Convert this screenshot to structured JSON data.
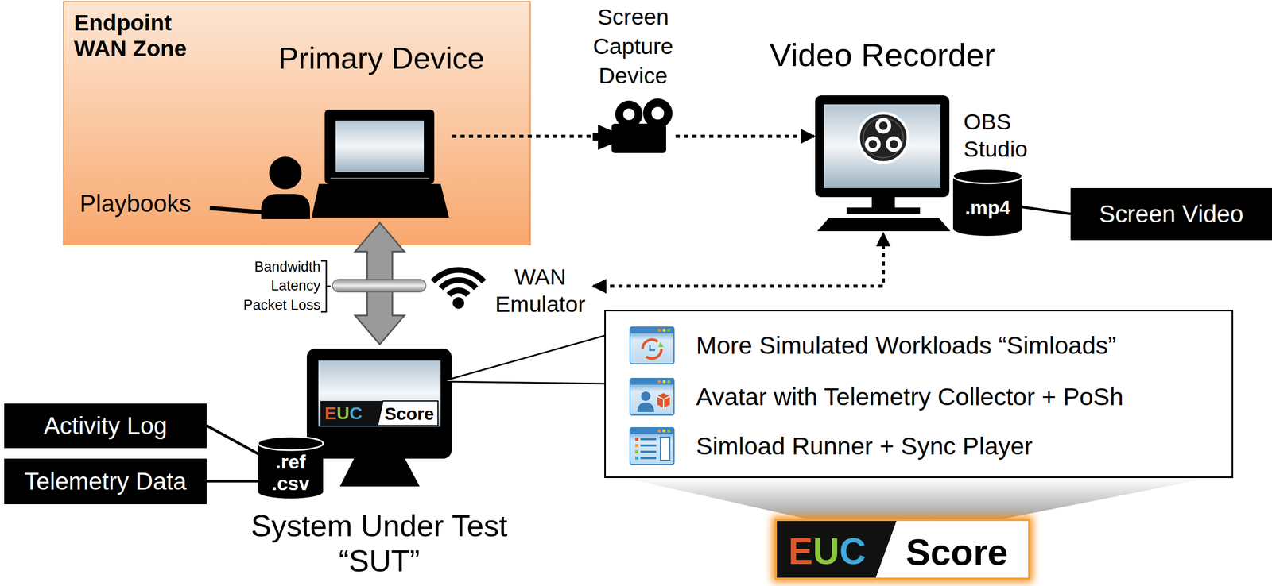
{
  "diagram": {
    "nodes": [
      {
        "text": [
          "Endpoint WAN Zone"
        ]
      },
      {
        "text": [
          "Primary Device"
        ],
        "in": 0
      },
      {
        "text": [
          "Screen Capture Device"
        ]
      },
      {
        "text": [
          "Video Recorder",
          "OBS Studio"
        ]
      },
      {
        "text": [
          "Screen Video"
        ]
      },
      {
        "text": [
          ".mp4"
        ]
      },
      {
        "text": [
          "WAN Emulator"
        ]
      },
      {
        "text": [
          "EUC",
          "Score",
          "System Under Test “SUT”"
        ]
      },
      {
        "text": [
          ".ref .csv"
        ]
      },
      {
        "text": [
          "Activity Log"
        ]
      },
      {
        "text": [
          "Telemetry Data"
        ]
      },
      {
        "text": [
          "More Simulated Workloads “Simloads”",
          "Avatar with Telemetry Collector + PoSh",
          "Simload Runner + Sync Player"
        ]
      },
      {
        "text": [
          "EUC",
          "Score"
        ]
      }
    ],
    "edges": [
      {
        "from": 1,
        "to": 2,
        "arrow": "none"
      },
      {
        "from": 2,
        "to": 3,
        "arrow": "to"
      },
      {
        "from": 1,
        "to": 7,
        "arrow": "both"
      },
      {
        "from": 6,
        "to": 3,
        "arrow": "both"
      },
      {
        "from": 4,
        "to": 5,
        "arrow": "none"
      },
      {
        "from": 9,
        "to": 8,
        "arrow": "none"
      },
      {
        "from": 10,
        "to": 8,
        "arrow": "none"
      },
      {
        "from": 7,
        "to": 11,
        "arrow": "none"
      }
    ],
    "labels": [
      "Playbooks",
      "Bandwidth",
      "Latency",
      "Packet Loss"
    ]
  }
}
